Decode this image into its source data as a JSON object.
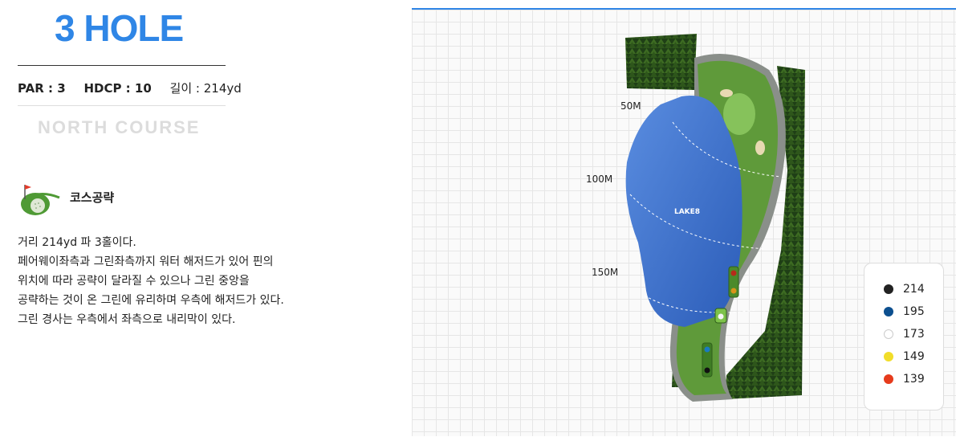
{
  "hole": {
    "title": "3 HOLE"
  },
  "info": {
    "par_label": "PAR : 3",
    "hdcp_label": "HDCP : 10",
    "length_label": "길이 : 214yd"
  },
  "course_name": "NORTH COURSE",
  "guide": {
    "title": "코스공략",
    "lines": [
      "거리 214yd 파 3홀이다.",
      "페어웨이좌측과 그린좌측까지 워터 해저드가 있어 핀의",
      "위치에 따라 공략이 달라질 수 있으나 그린 중앙을",
      "공략하는 것이 온 그린에 유리하며 우측에 해저드가 있다.",
      "그린 경사는 우측에서 좌측으로 내리막이 있다."
    ]
  },
  "map": {
    "lake_label": "LAKE8",
    "distances": [
      "50M",
      "100M",
      "150M"
    ]
  },
  "legend": [
    {
      "value": "214",
      "color": "#222222"
    },
    {
      "value": "195",
      "color": "#0c4f8f"
    },
    {
      "value": "173",
      "color": "#ffffff"
    },
    {
      "value": "149",
      "color": "#f1dd2a"
    },
    {
      "value": "139",
      "color": "#e63b1c"
    }
  ]
}
